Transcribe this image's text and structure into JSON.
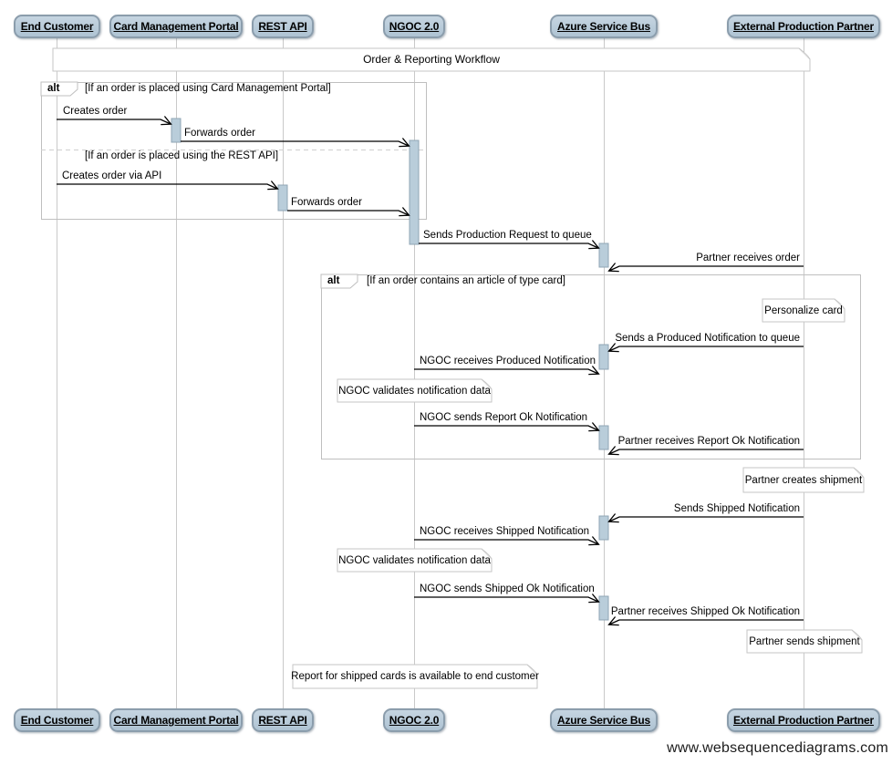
{
  "diagram": {
    "title": "Order & Reporting Workflow",
    "watermark": "www.websequencediagrams.com"
  },
  "actors": [
    {
      "id": "end-customer",
      "name": "End Customer"
    },
    {
      "id": "card-management-portal",
      "name": "Card Management Portal"
    },
    {
      "id": "rest-api",
      "name": "REST API"
    },
    {
      "id": "ngoc",
      "name": "NGOC 2.0"
    },
    {
      "id": "azure-service-bus",
      "name": "Azure Service Bus"
    },
    {
      "id": "external-production-partner",
      "name": "External Production Partner"
    }
  ],
  "frames": [
    {
      "operator": "alt",
      "conditions": [
        "[If an order is placed using Card Management Portal]",
        "[If an order is placed using the REST API]"
      ]
    },
    {
      "operator": "alt",
      "conditions": [
        "[If an order contains an article of type card]"
      ]
    }
  ],
  "messages": [
    {
      "label": "Creates order",
      "from": "end-customer",
      "to": "card-management-portal"
    },
    {
      "label": "Forwards order",
      "from": "card-management-portal",
      "to": "ngoc"
    },
    {
      "label": "Creates order via API",
      "from": "end-customer",
      "to": "rest-api"
    },
    {
      "label": "Forwards order",
      "from": "rest-api",
      "to": "ngoc"
    },
    {
      "label": "Sends Production Request to queue",
      "from": "ngoc",
      "to": "azure-service-bus"
    },
    {
      "label": "Partner receives order",
      "from": "external-production-partner",
      "to": "azure-service-bus"
    },
    {
      "label": "Sends a Produced Notification to queue",
      "from": "external-production-partner",
      "to": "azure-service-bus"
    },
    {
      "label": "NGOC receives Produced Notification",
      "from": "ngoc",
      "to": "azure-service-bus"
    },
    {
      "label": "NGOC sends Report Ok Notification",
      "from": "ngoc",
      "to": "azure-service-bus"
    },
    {
      "label": "Partner receives Report Ok Notification",
      "from": "external-production-partner",
      "to": "azure-service-bus"
    },
    {
      "label": "Sends Shipped Notification",
      "from": "external-production-partner",
      "to": "azure-service-bus"
    },
    {
      "label": "NGOC receives Shipped Notification",
      "from": "ngoc",
      "to": "azure-service-bus"
    },
    {
      "label": "NGOC sends Shipped Ok Notification",
      "from": "ngoc",
      "to": "azure-service-bus"
    },
    {
      "label": "Partner receives Shipped Ok Notification",
      "from": "external-production-partner",
      "to": "azure-service-bus"
    }
  ],
  "notes": [
    {
      "text": "Personalize card",
      "over": "external-production-partner"
    },
    {
      "text": "NGOC validates notification data",
      "over": "ngoc"
    },
    {
      "text": "Partner creates shipment",
      "over": "external-production-partner"
    },
    {
      "text": "NGOC validates notification data",
      "over": "ngoc"
    },
    {
      "text": "Partner sends shipment",
      "over": "external-production-partner"
    },
    {
      "text": "Report for shipped cards is available to end customer",
      "over": "ngoc"
    }
  ],
  "colors": {
    "actor_fill_top": "#c6d5e1",
    "actor_fill_bottom": "#aec3d3",
    "actor_border": "#8b9dac",
    "activation_fill": "#b9cdda",
    "activation_border": "#8fa5b4",
    "frame_border": "#bfbfbf",
    "note_border": "#c6c6c6",
    "lifeline": "#c9c9c9",
    "arrow": "#000000",
    "text": "#000000"
  }
}
